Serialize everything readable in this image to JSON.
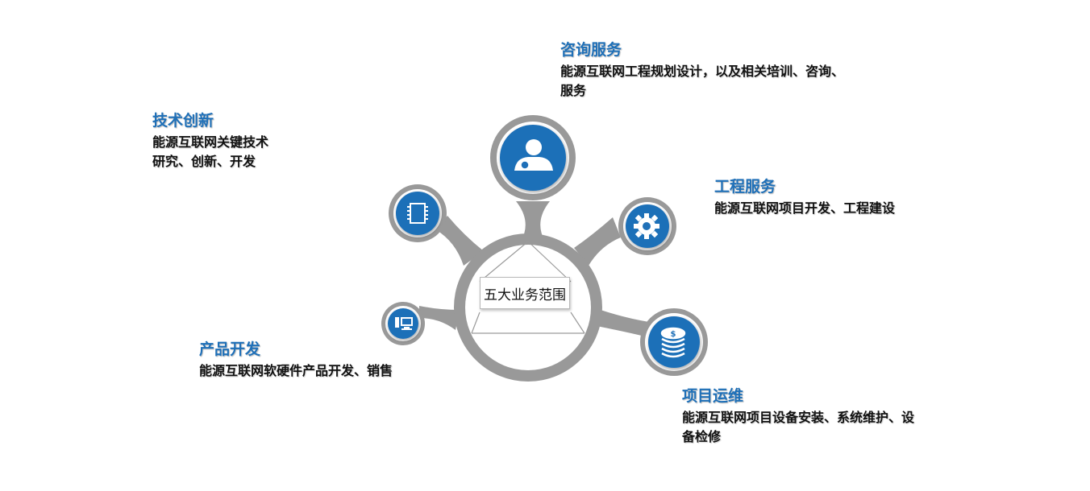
{
  "center": {
    "label": "五大业务范围"
  },
  "colors": {
    "hub_gray": "#999999",
    "node_blue": "#1f70b8",
    "title_blue": "#1f70b8",
    "text_dark": "#111111"
  },
  "nodes": [
    {
      "title": "咨询服务",
      "lines": [
        "能源互联网工程规划设计，以及相关培训、咨询、",
        "服务"
      ],
      "icon": "user-icon"
    },
    {
      "title": "技术创新",
      "lines": [
        "能源互联网关键技术",
        "研究、创新、开发"
      ],
      "icon": "chip-icon"
    },
    {
      "title": "工程服务",
      "lines": [
        "能源互联网项目开发、工程建设"
      ],
      "icon": "gear-icon"
    },
    {
      "title": "产品开发",
      "lines": [
        "能源互联网软硬件产品开发、销售"
      ],
      "icon": "computer-icon"
    },
    {
      "title": "项目运维",
      "lines": [
        "能源互联网项目设备安装、系统维护、设",
        "备检修"
      ],
      "icon": "coins-icon"
    }
  ]
}
